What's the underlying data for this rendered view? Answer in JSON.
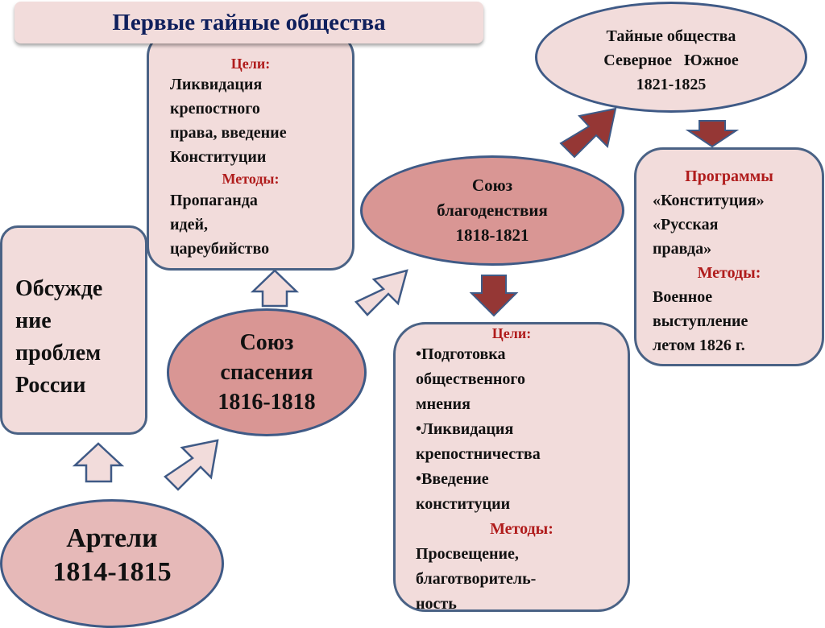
{
  "title": "Первые тайные общества",
  "box_goals1": {
    "goals_label": "Цели:",
    "goals": [
      "Ликвидация",
      "крепостного",
      "права, введение",
      "Конституции"
    ],
    "methods_label": "Методы:",
    "methods": [
      "Пропаганда",
      "идей,",
      "цареубийство"
    ]
  },
  "secret_societies": {
    "lines": [
      "Тайные общества",
      "Северное   Южное",
      "1821-1825"
    ]
  },
  "programs": {
    "label": "Программы",
    "lines": [
      "«Конституция»",
      "«Русская",
      "правда»"
    ],
    "methods_label": "Методы:",
    "methods": [
      "Военное",
      "выступление",
      "летом 1826 г."
    ]
  },
  "welfare_union": {
    "lines": [
      "Союз",
      "благоденствия",
      "1818-1821"
    ]
  },
  "discussion": {
    "lines": [
      "Обсужде",
      "ние",
      "проблем",
      "России"
    ]
  },
  "salvation_union": {
    "lines": [
      "Союз",
      "спасения",
      "1816-1818"
    ]
  },
  "artels": {
    "lines": [
      "Артели",
      "1814-1815"
    ]
  },
  "box_goals2": {
    "goals_label": "Цели:",
    "goals": [
      "•Подготовка",
      "общественного",
      "мнения",
      "•Ликвидация",
      "крепостничества",
      "•Введение",
      "конституции"
    ],
    "methods_label": "Методы:",
    "methods": [
      "Просвещение,",
      "благотворитель-",
      "ность"
    ]
  },
  "colors": {
    "box": "#f2dcdb",
    "border": "#4a6285",
    "ellipse_dark": "#d99694",
    "ellipse_light": "#e6b9b8",
    "arrow_dark": "#953735",
    "heading": "#b01c1c",
    "title": "#0f1f5c"
  }
}
